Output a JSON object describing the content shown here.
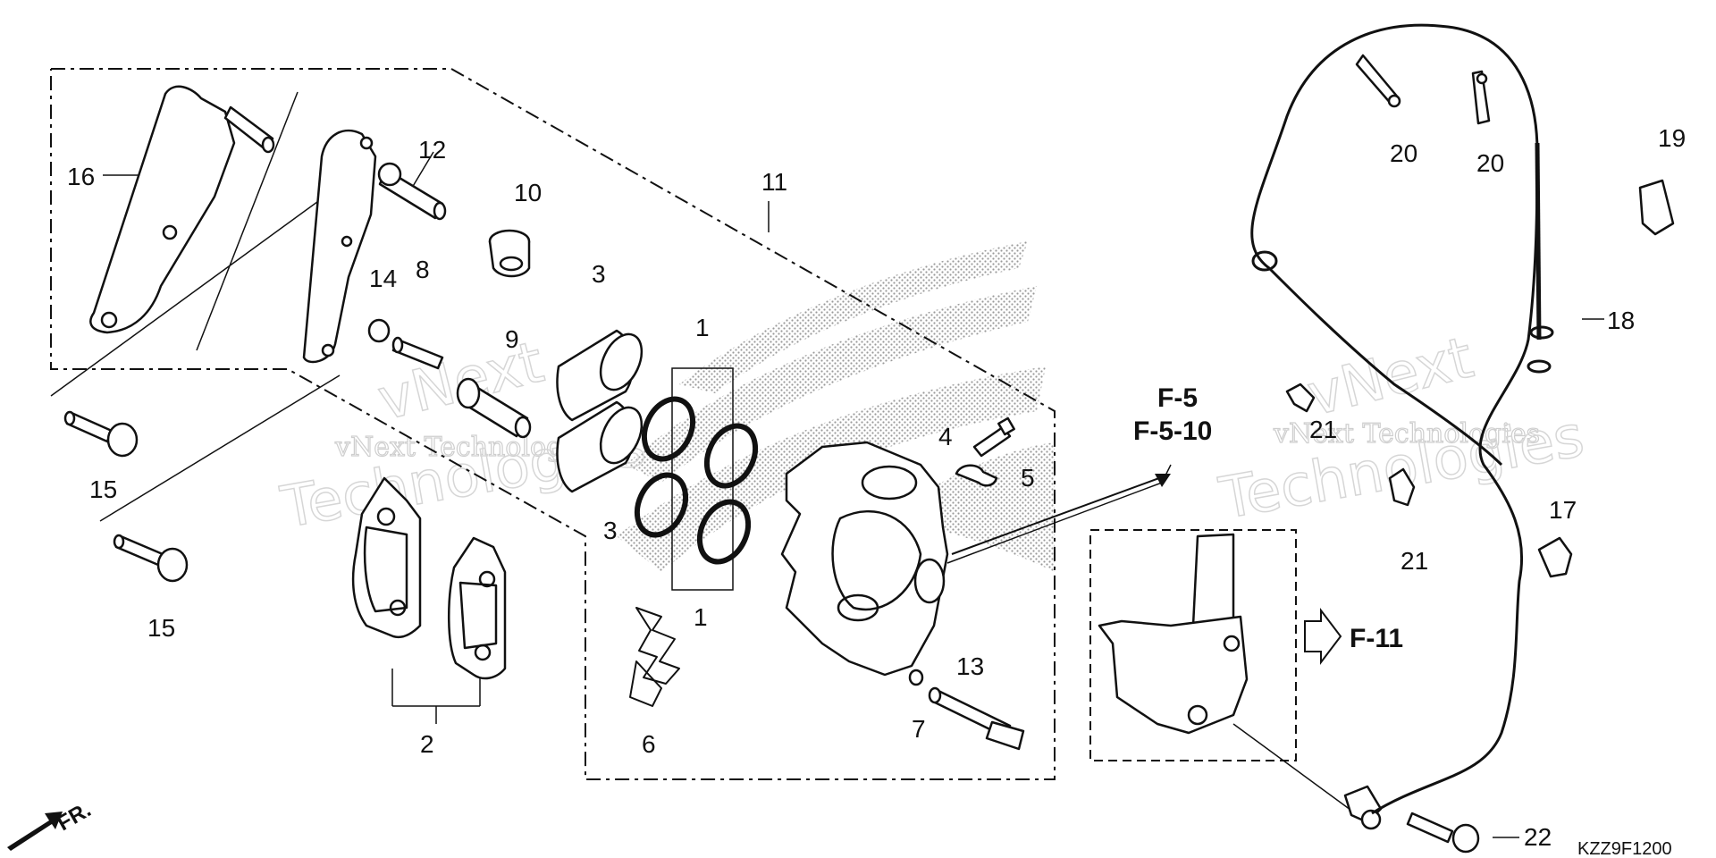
{
  "diagram": {
    "part_numbers": [
      "1",
      "1",
      "2",
      "3",
      "3",
      "4",
      "5",
      "6",
      "7",
      "8",
      "9",
      "10",
      "11",
      "12",
      "13",
      "14",
      "15",
      "15",
      "16",
      "17",
      "18",
      "19",
      "20",
      "20",
      "21",
      "21",
      "22"
    ],
    "references": {
      "f5": "F-5",
      "f510": "F-5-10",
      "f11": "F-11"
    },
    "direction_label": "FR.",
    "diagram_code": "KZZ9F1200",
    "watermark_company": "vNext Technologies",
    "watermark_brand_1": "vNext",
    "watermark_brand_2": "Technologies"
  }
}
